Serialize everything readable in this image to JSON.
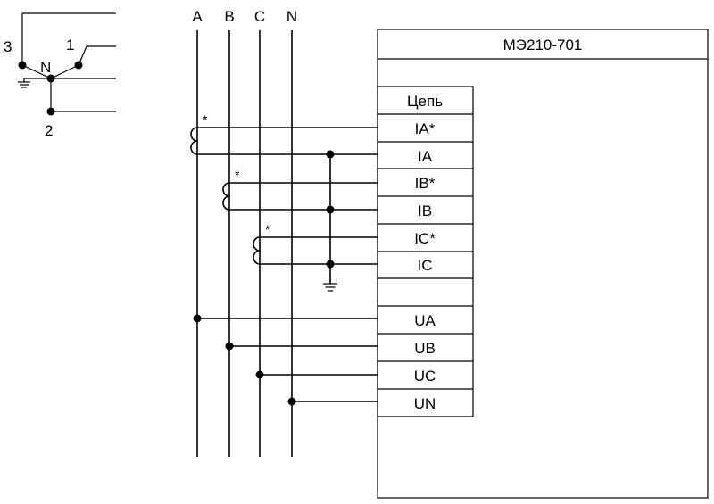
{
  "device": {
    "title": "МЭ210-701",
    "header": "Цепь",
    "terminals": [
      "IA*",
      "IA",
      "IB*",
      "IB",
      "IC*",
      "IC",
      "",
      "UA",
      "UB",
      "UC",
      "UN"
    ]
  },
  "bus_labels": [
    "A",
    "B",
    "C",
    "N"
  ],
  "star_marker": "*",
  "vector": {
    "phase_1": "1",
    "phase_2": "2",
    "phase_3": "3",
    "neutral": "N"
  }
}
